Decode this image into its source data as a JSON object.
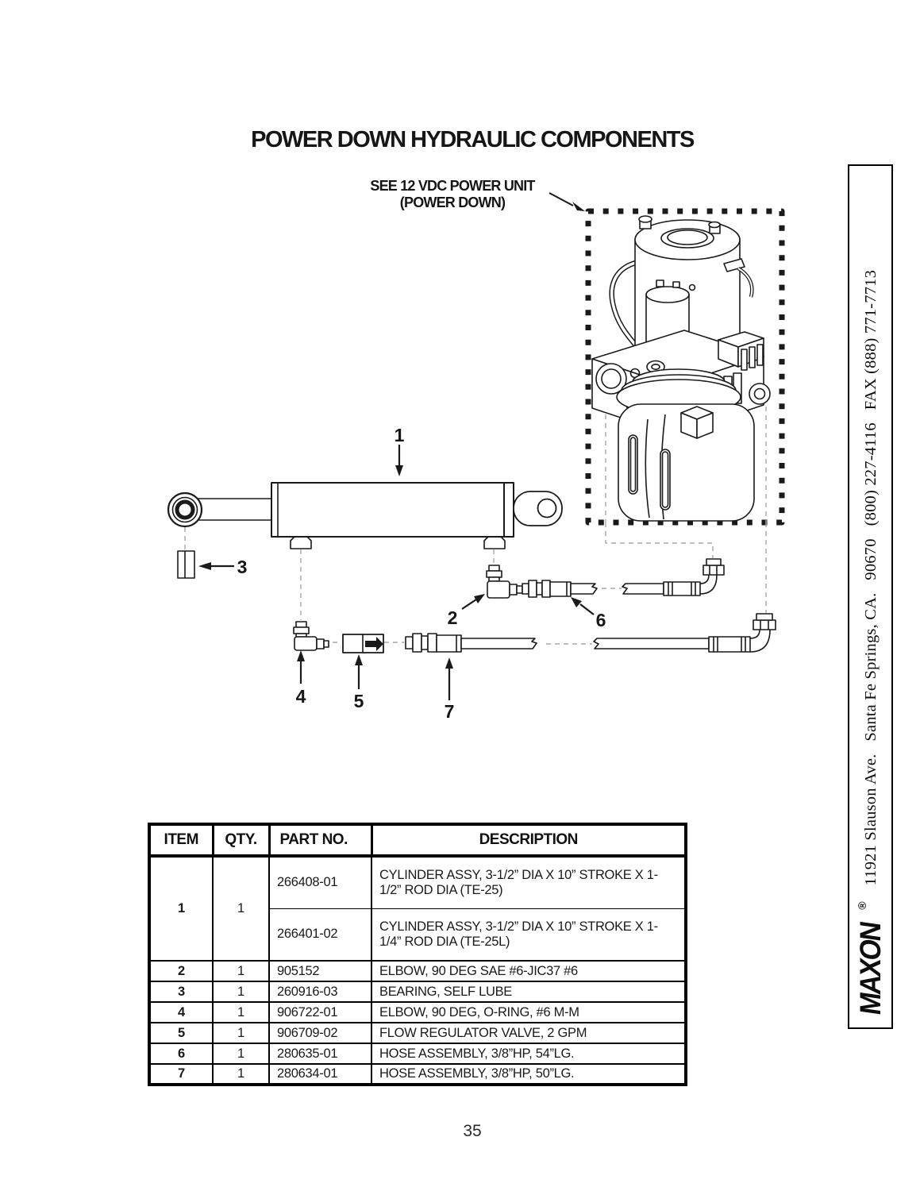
{
  "page": {
    "title": "POWER DOWN HYDRAULIC COMPONENTS",
    "page_number": "35"
  },
  "diagram": {
    "annotation_line1": "SEE 12 VDC POWER UNIT",
    "annotation_line2": "(POWER DOWN)",
    "callouts": [
      "1",
      "2",
      "3",
      "4",
      "5",
      "6",
      "7"
    ]
  },
  "sidebar": {
    "logo": "MAXON",
    "registered": "®",
    "address": "11921 Slauson Ave.   Santa Fe Springs, CA.   90670   (800) 227-4116   FAX (888) 771-7713"
  },
  "table": {
    "headers": [
      "ITEM",
      "QTY.",
      "PART NO.",
      "DESCRIPTION"
    ],
    "rows": [
      {
        "item": "1",
        "qty": "1",
        "parts": [
          {
            "part_no": "266408-01",
            "description": "CYLINDER ASSY, 3-1/2” DIA X 10” STROKE X 1-1/2” ROD DIA (TE-25)"
          },
          {
            "part_no": "266401-02",
            "description": "CYLINDER ASSY, 3-1/2” DIA X 10” STROKE X 1-1/4” ROD DIA (TE-25L)"
          }
        ]
      },
      {
        "item": "2",
        "qty": "1",
        "parts": [
          {
            "part_no": "905152",
            "description": "ELBOW, 90 DEG SAE #6-JIC37 #6"
          }
        ]
      },
      {
        "item": "3",
        "qty": "1",
        "parts": [
          {
            "part_no": "260916-03",
            "description": "BEARING, SELF LUBE"
          }
        ]
      },
      {
        "item": "4",
        "qty": "1",
        "parts": [
          {
            "part_no": "906722-01",
            "description": "ELBOW, 90 DEG, O-RING, #6 M-M"
          }
        ]
      },
      {
        "item": "5",
        "qty": "1",
        "parts": [
          {
            "part_no": "906709-02",
            "description": "FLOW REGULATOR VALVE, 2 GPM"
          }
        ]
      },
      {
        "item": "6",
        "qty": "1",
        "parts": [
          {
            "part_no": "280635-01",
            "description": "HOSE ASSEMBLY, 3/8”HP, 54”LG."
          }
        ]
      },
      {
        "item": "7",
        "qty": "1",
        "parts": [
          {
            "part_no": "280634-01",
            "description": "HOSE ASSEMBLY, 3/8”HP, 50”LG."
          }
        ]
      }
    ]
  }
}
